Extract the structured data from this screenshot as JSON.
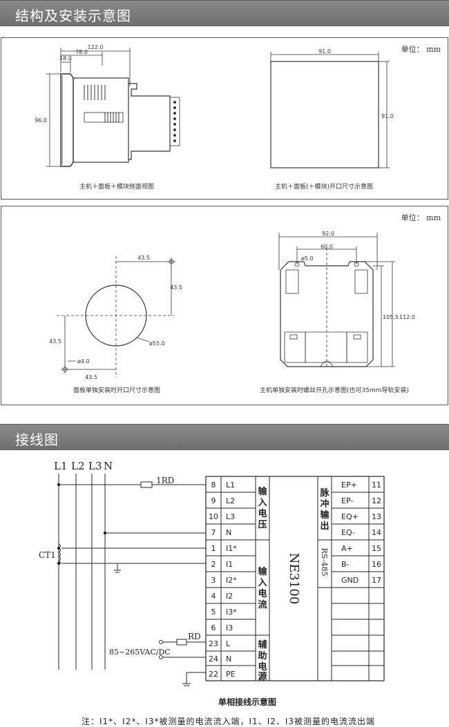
{
  "sections": {
    "structure_title": "结构及安装示意图",
    "wiring_title": "接线图"
  },
  "panel1": {
    "unit": "单位：   mm",
    "side_view": {
      "caption": "主机＋面板＋模块侧面视图",
      "dim_total": "122.0",
      "dim_depth": "78.0",
      "dim_front": "18.0",
      "dim_height": "96.0"
    },
    "cutout_view": {
      "caption": "主机＋面板(＋模块)开口尺寸示意图",
      "dim_width": "91.0",
      "dim_height": "91.0"
    }
  },
  "panel2": {
    "unit": "单位：   mm",
    "panel_mount": {
      "caption": "面板单独安装时开口尺寸示意图",
      "dim_top_h": "43.5",
      "dim_right_v": "43.5",
      "dim_left_v": "43.5",
      "dim_bottom_h": "43.5",
      "dim_circle": "ø55.0",
      "dim_hole": "ø4.0"
    },
    "screw_mount": {
      "caption": "主机单独安装时螺丝开孔示意图(也可35mm导轨安装)",
      "dim_width": "92.0",
      "dim_hole_spacing": "60.0",
      "dim_hole": "ø5.0",
      "dim_inner_height": "105.5",
      "dim_outer_height": "112.0"
    }
  },
  "wiring": {
    "lines": [
      "L1",
      "L2",
      "L3",
      "N"
    ],
    "ct_label": "CT1",
    "fuse_label": "1RD",
    "aux_fuse_label": "RD",
    "supply_label": "85~265VAC/DC",
    "device_name": "NE3100",
    "left_terminals": [
      {
        "num": "8",
        "name": "L1"
      },
      {
        "num": "9",
        "name": "L2"
      },
      {
        "num": "10",
        "name": "L3"
      },
      {
        "num": "7",
        "name": "N"
      },
      {
        "num": "1",
        "name": "I1*"
      },
      {
        "num": "2",
        "name": "I1"
      },
      {
        "num": "3",
        "name": "I2*"
      },
      {
        "num": "4",
        "name": "I2"
      },
      {
        "num": "5",
        "name": "I3*"
      },
      {
        "num": "6",
        "name": "I3"
      },
      {
        "num": "23",
        "name": "L"
      },
      {
        "num": "24",
        "name": "N"
      },
      {
        "num": "22",
        "name": "PE"
      }
    ],
    "left_groups": [
      "输入电压",
      "输入电流",
      "辅助电源"
    ],
    "right_terminals": [
      {
        "num": "11",
        "name": "EP+"
      },
      {
        "num": "12",
        "name": "EP-"
      },
      {
        "num": "13",
        "name": "EQ+"
      },
      {
        "num": "14",
        "name": "EQ-"
      },
      {
        "num": "15",
        "name": "A+"
      },
      {
        "num": "16",
        "name": "B-"
      },
      {
        "num": "17",
        "name": "GND"
      }
    ],
    "right_groups": [
      "脉冲输出",
      "RS-485"
    ],
    "caption": "单相接线示意图",
    "note": "注：I1*、I2*、I3*被测量的电流流入端，I1、I2、I3被测量的电流流出端"
  }
}
